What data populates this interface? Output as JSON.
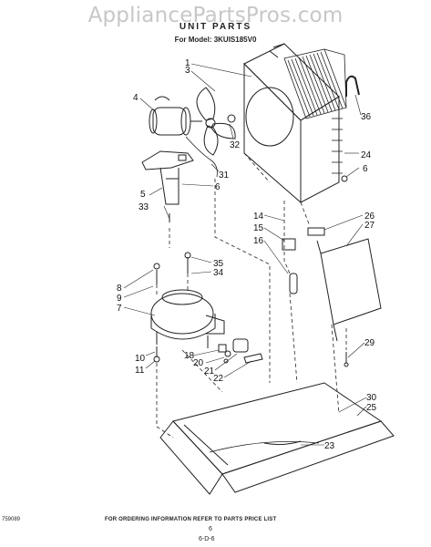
{
  "watermark": "AppliancePartsPros.com",
  "title": "UNIT PARTS",
  "model": "For Model: 3KUIS185V0",
  "footer": "FOR ORDERING INFORMATION REFER TO PARTS PRICE LIST",
  "drawing_code": "759089",
  "page_number": "6",
  "page_code": "6-D-6",
  "callouts": [
    "1",
    "3",
    "4",
    "32",
    "31",
    "6",
    "5",
    "33",
    "36",
    "24",
    "6",
    "14",
    "15",
    "16",
    "26",
    "27",
    "35",
    "34",
    "8",
    "9",
    "7",
    "10",
    "11",
    "18",
    "20",
    "21",
    "22",
    "29",
    "30",
    "25",
    "23"
  ]
}
